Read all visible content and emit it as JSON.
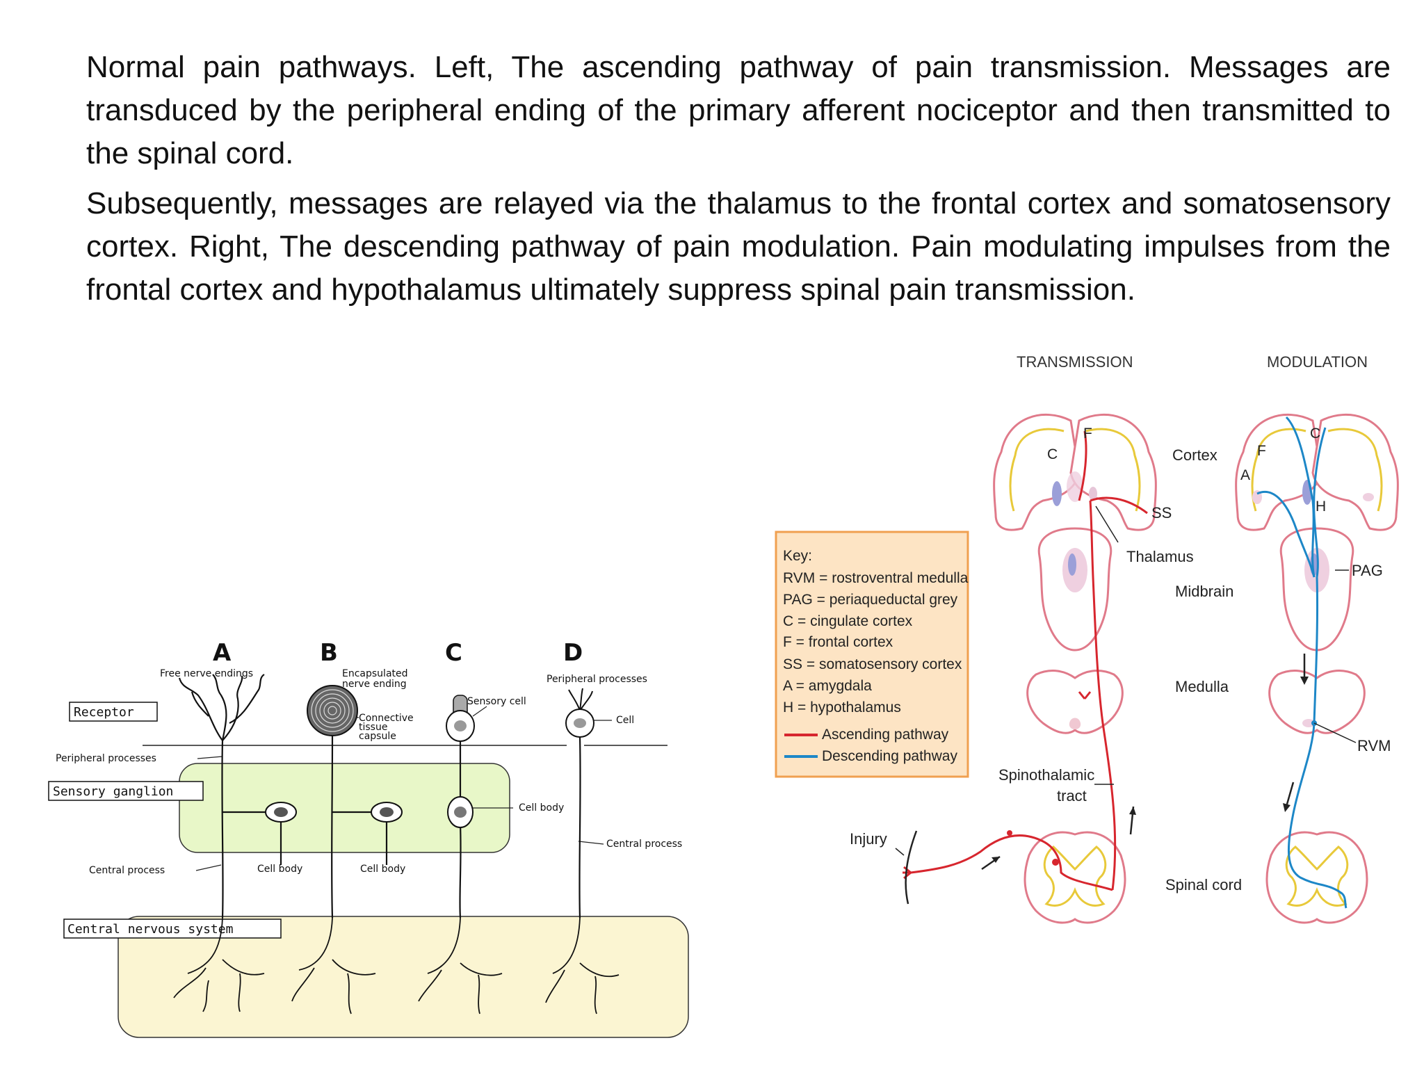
{
  "caption": {
    "p1": "Normal pain pathways. Left, The ascending pathway of pain transmission. Messages are transduced by the peripheral ending of the primary afferent nociceptor and then transmitted to the spinal cord.",
    "p2": "Subsequently, messages are relayed via the thalamus to the frontal cortex and somatosensory cortex. Right, The descending pathway of pain modulation. Pain modulating impulses from the frontal cortex and hypothalamus ultimately suppress spinal pain transmission."
  },
  "left_diagram": {
    "letters": [
      "A",
      "B",
      "C",
      "D"
    ],
    "labels": {
      "free_nerve_endings": "Free nerve endings",
      "encapsulated_1": "Encapsulated",
      "encapsulated_2": "nerve ending",
      "sensory_cell": "Sensory cell",
      "peripheral_processes_right": "Peripheral processes",
      "cell": "Cell",
      "connective_1": "Connective",
      "connective_2": "tissue",
      "connective_3": "capsule",
      "peripheral_processes_left": "Peripheral processes",
      "cell_body_c": "Cell body",
      "central_process_right": "Central process",
      "central_process_left": "Central process",
      "cell_body_a": "Cell body",
      "cell_body_b": "Cell body"
    },
    "boxes": {
      "receptor": "Receptor",
      "sensory_ganglion": "Sensory ganglion",
      "cns": "Central nervous system"
    },
    "colors": {
      "ganglion_fill": "#e8f7c8",
      "cns_fill": "#fbf5d2"
    }
  },
  "right_diagram": {
    "headers": {
      "transmission": "TRANSMISSION",
      "modulation": "MODULATION"
    },
    "region_labels": {
      "cortex": "Cortex",
      "ss": "SS",
      "thalamus": "Thalamus",
      "midbrain": "Midbrain",
      "medulla": "Medulla",
      "spinothalamic_1": "Spinothalamic",
      "spinothalamic_2": "tract",
      "injury": "Injury",
      "spinal_cord": "Spinal cord",
      "pag": "PAG",
      "rvm": "RVM"
    },
    "letter_labels": {
      "c_left": "C",
      "f_left": "F",
      "f_right": "F",
      "c_right": "C",
      "a_right": "A",
      "h_right": "H"
    },
    "key": {
      "title": "Key:",
      "lines": [
        "RVM = rostroventral medulla",
        "PAG = periaqueductal grey",
        "C = cingulate cortex",
        "F = frontal cortex",
        "SS = somatosensory cortex",
        "A = amygdala",
        "H = hypothalamus"
      ],
      "ascending": "Ascending pathway",
      "descending": "Descending pathway"
    },
    "colors": {
      "ascending": "#d7262e",
      "descending": "#1d87c7",
      "outline": "#e07a8a",
      "gray_matter": "#e8c93a",
      "key_fill": "#fde4c4",
      "key_border": "#f0a050"
    }
  }
}
